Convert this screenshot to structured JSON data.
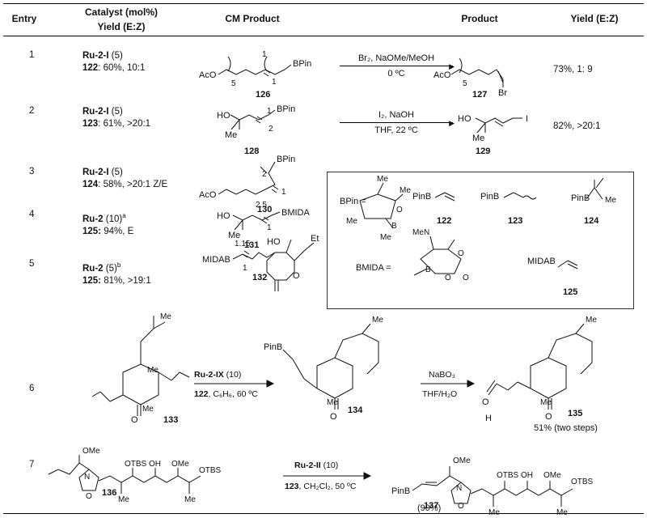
{
  "header": {
    "entry": "Entry",
    "catalyst_line1": "Catalyst (mol%)",
    "catalyst_line2": "Yield (E:Z)",
    "cm_product": "CM Product",
    "product": "Product",
    "yield": "Yield (E:Z)"
  },
  "rows": [
    {
      "entry": "1",
      "catalyst": "Ru-2-I",
      "loading": " (5)",
      "compound": "122",
      "result": ": 60%, 10:1",
      "cm_label": "126",
      "cm_text": "AcO",
      "cm_n": "5",
      "cm_bpin": "BPin",
      "cm_a": "1",
      "cm_b": "1",
      "reagent_top": "Br₂, NaOMe/MeOH",
      "reagent_bottom": "0 ºC",
      "product_label": "127",
      "product_text": "AcO",
      "product_n": "5",
      "product_x": "Br",
      "yield": "73%, 1: 9"
    },
    {
      "entry": "2",
      "catalyst": "Ru-2-I",
      "loading": " (5)",
      "compound": "123",
      "result": ": 61%, >20:1",
      "cm_label": "128",
      "cm_ho": "HO",
      "cm_me": "Me",
      "cm_bpin": "BPin",
      "cm_a": "1",
      "cm_b": "2",
      "reagent_top": "I₂, NaOH",
      "reagent_bottom": "THF, 22 ºC",
      "product_label": "129",
      "product_ho": "HO",
      "product_me": "Me",
      "product_x": "I",
      "yield": "82%, >20:1"
    },
    {
      "entry": "3",
      "catalyst": "Ru-2-I",
      "loading": " (5)",
      "compound": "124",
      "result": ": 58%, >20:1 Z/E",
      "cm_label": "130",
      "cm_text": "AcO",
      "cm_bpin": "BPin",
      "cm_a": "2",
      "cm_b": "1"
    },
    {
      "entry": "4",
      "catalyst": "Ru-2",
      "loading": " (10)",
      "sup": "a",
      "compound": "125:",
      "result": " 94%, E",
      "cm_label": "131",
      "cm_ho": "HO",
      "cm_me": "Me",
      "cm_bmida": "BMIDA",
      "cm_a": "2.5",
      "cm_b": "1"
    },
    {
      "entry": "5",
      "catalyst": "Ru-2",
      "loading": " (5)",
      "sup": "b",
      "compound": "125:",
      "result": " 81%, >19:1",
      "cm_label": "132",
      "cm_bmida": "MIDAB",
      "cm_ho": "HO",
      "cm_a": "1.15",
      "cm_b": "1",
      "cm_et": "Et",
      "cm_o": "O"
    },
    {
      "entry": "6",
      "catalyst": "Ru-2-IX",
      "loading": " (10)",
      "compound": "122",
      "conditions": ", C₆H₆, 60 ºC",
      "sm_label": "133",
      "sm_me": "Me",
      "sm_o": "O",
      "cm_label": "134",
      "cm_bpin": "PinB",
      "cm_o": "O",
      "cm_me": "Me",
      "reagent_top": "NaBO₃",
      "reagent_bottom": "THF/H₂O",
      "product_label": "135",
      "product_o": "O",
      "product_h": "H",
      "product_me": "Me",
      "yield": "51% (two steps)"
    },
    {
      "entry": "7",
      "catalyst": "Ru-2-II",
      "loading": " (10)",
      "compound": "123",
      "conditions": ", CH₂Cl₂, 50 ºC",
      "sm_label": "136",
      "sm_ome": "OMe",
      "sm_otbs": "OTBS",
      "sm_oh": "OH",
      "sm_n": "N",
      "sm_o": "O",
      "sm_me": "Me",
      "cm_label": "137",
      "cm_bpin": "PinB",
      "yield": "(90%)"
    }
  ],
  "legend": {
    "bpin_eq": "BPin =",
    "bmida_eq": "BMIDA =",
    "me": "Me",
    "o": "O",
    "b": "B",
    "n": "N",
    "r122": "122",
    "r123": "123",
    "r124": "124",
    "r125": "125",
    "pinb": "PinB",
    "midab": "MIDAB"
  }
}
